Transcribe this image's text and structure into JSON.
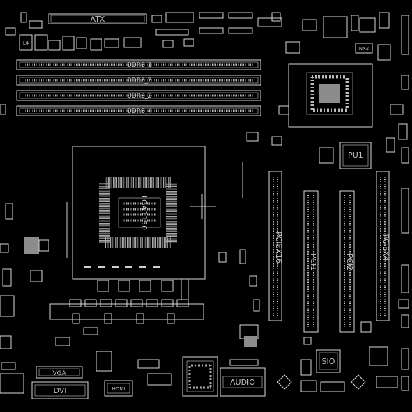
{
  "labels": {
    "atx": "ATX",
    "ddr1": "DDR3_1",
    "ddr3": "DDR3_3",
    "ddr2": "DDR3_2",
    "ddr4": "DDR3_4",
    "pu1": "PU1",
    "nx2": "NX2",
    "cpu": "LGA1150",
    "pciex16": "PCIEX16",
    "pci1": "PCI1",
    "pci2": "PCI2",
    "pciex4": "PCIEX4",
    "sio": "SIO",
    "audio": "AUDIO",
    "vga": "VGA",
    "dvi": "DVI",
    "hdmi": "HDMI",
    "l4": "L4"
  },
  "colors": {
    "background": "#000000",
    "outline": "#d9d9d9",
    "text": "#bfbfbf"
  }
}
